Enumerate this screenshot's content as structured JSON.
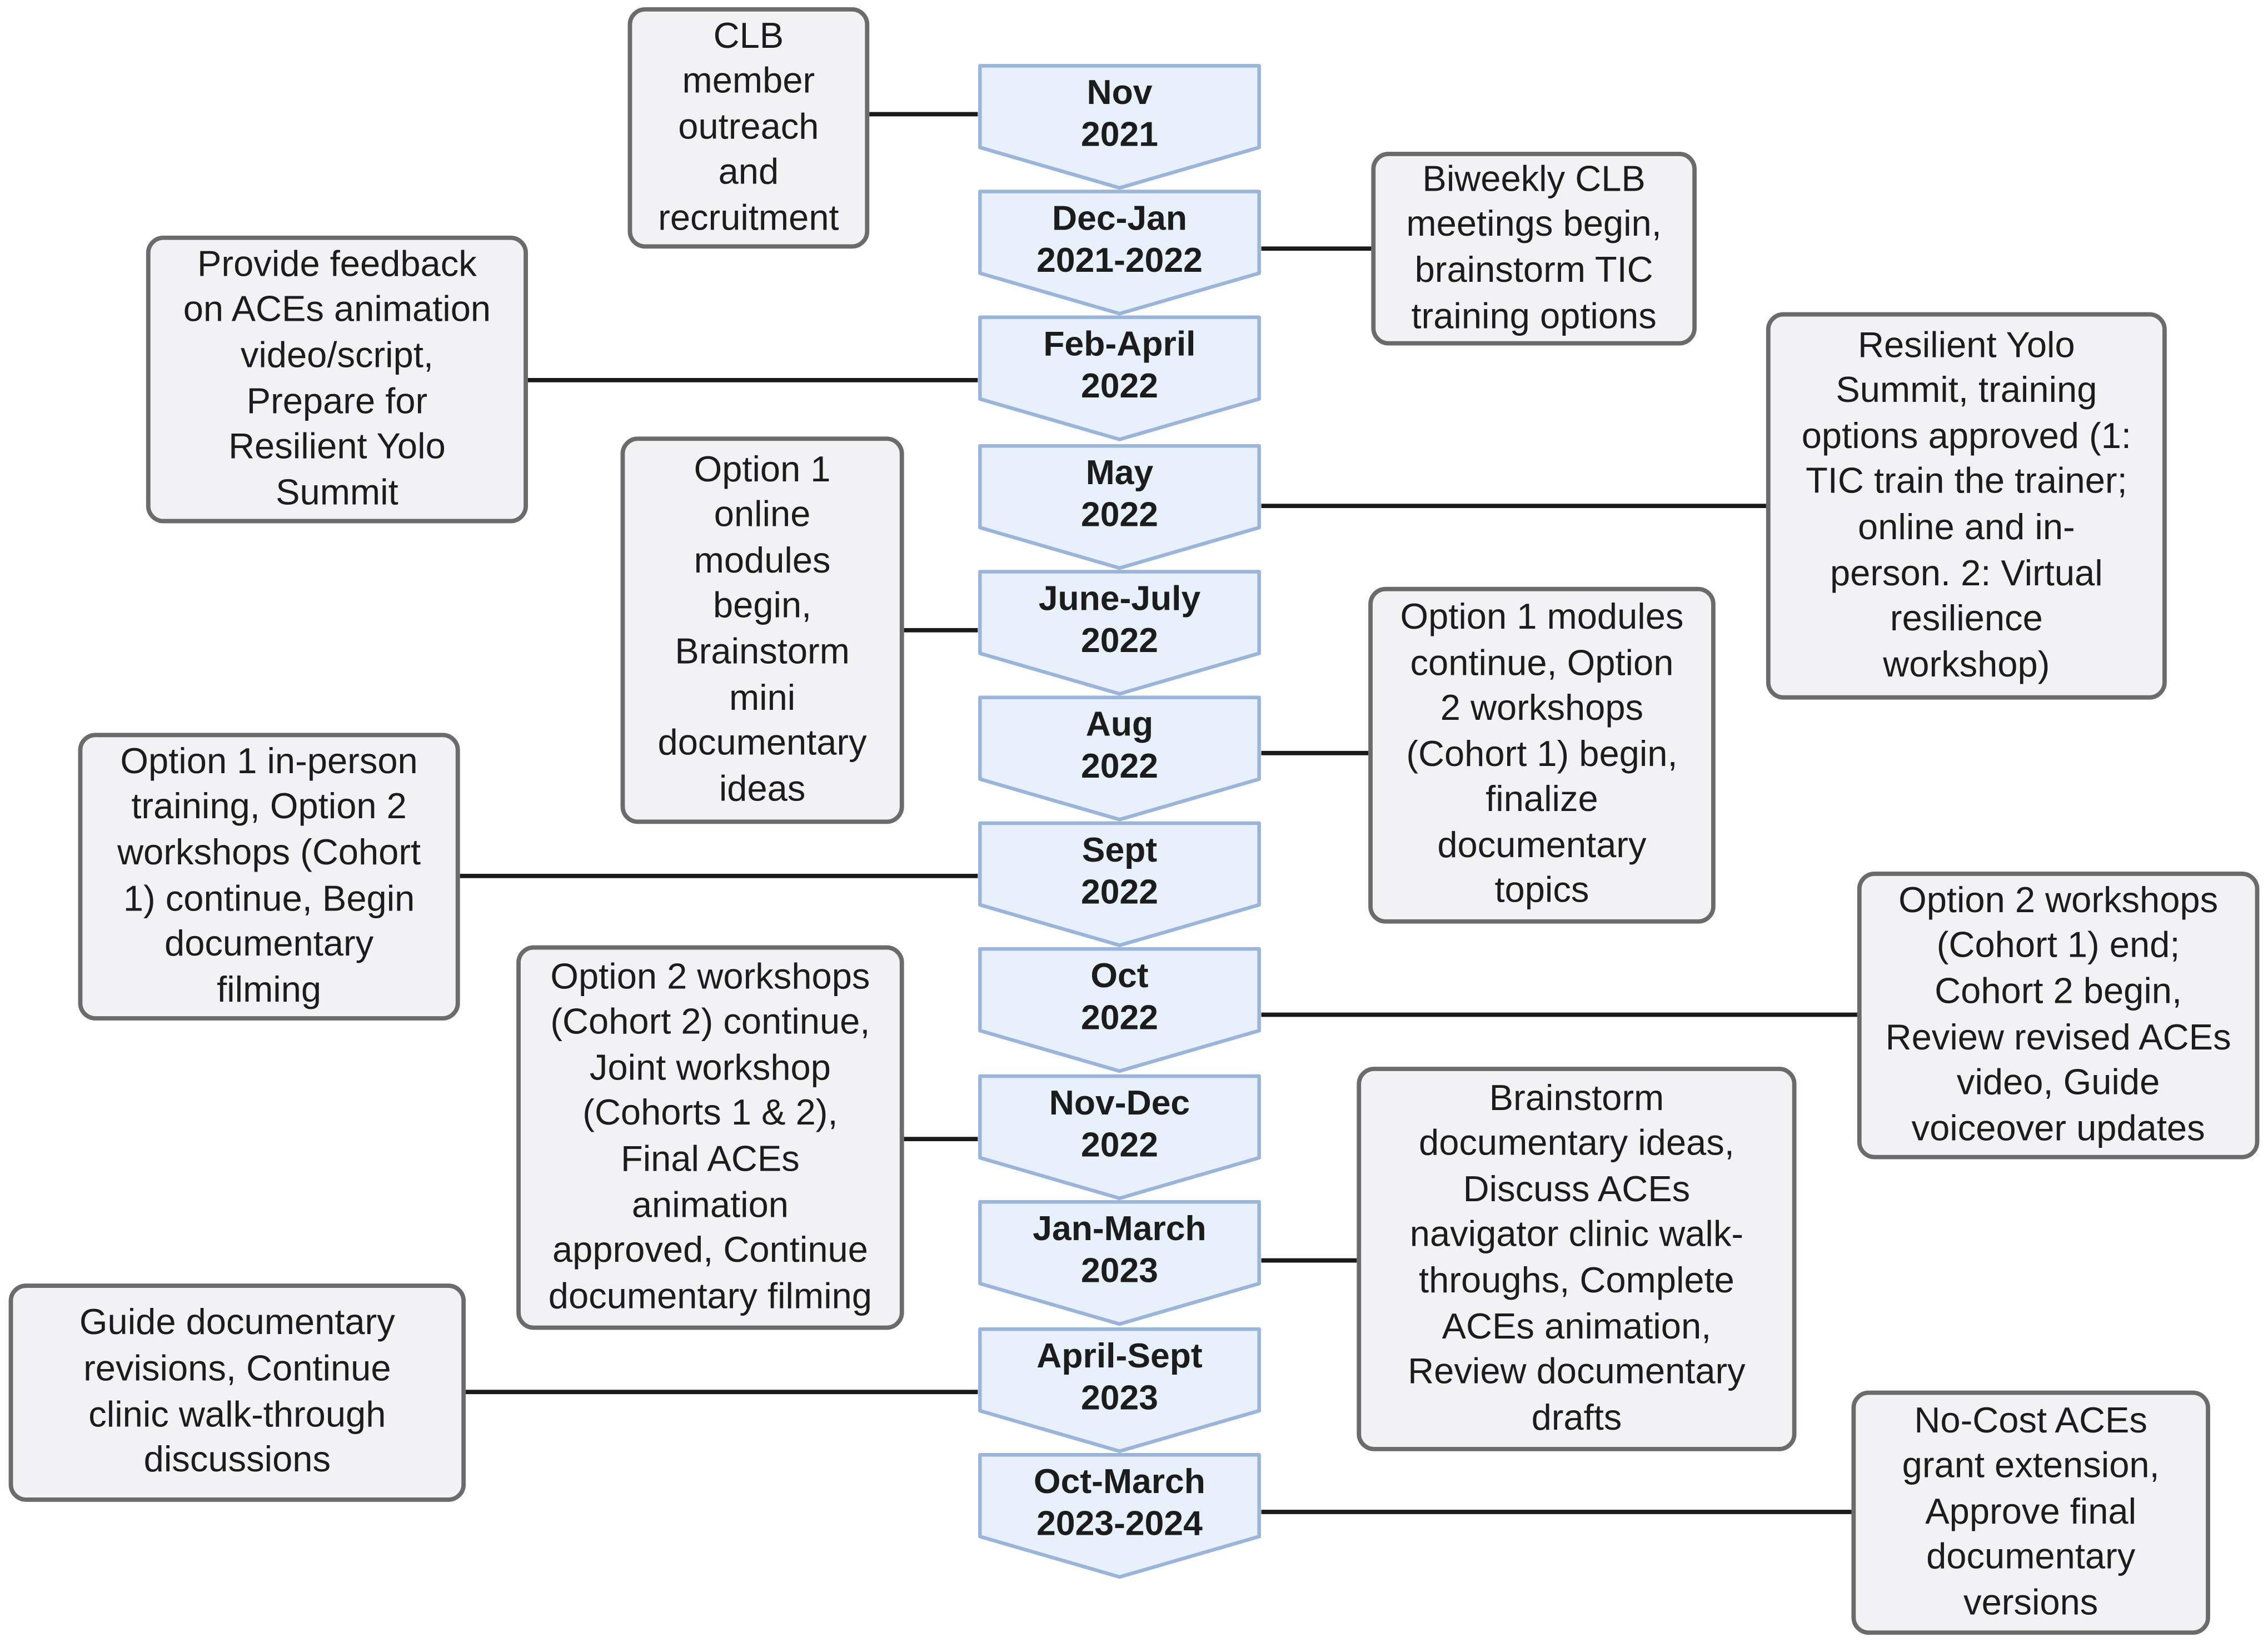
{
  "periods": [
    {
      "label": "Nov\n2021"
    },
    {
      "label": "Dec-Jan\n2021-2022"
    },
    {
      "label": "Feb-April\n2022"
    },
    {
      "label": "May\n2022"
    },
    {
      "label": "June-July\n2022"
    },
    {
      "label": "Aug\n2022"
    },
    {
      "label": "Sept\n2022"
    },
    {
      "label": "Oct\n2022"
    },
    {
      "label": "Nov-Dec\n2022"
    },
    {
      "label": "Jan-March\n2023"
    },
    {
      "label": "April-Sept\n2023"
    },
    {
      "label": "Oct-March\n2023-2024"
    }
  ],
  "notes": [
    {
      "text": "CLB\nmember\noutreach\nand\nrecruitment"
    },
    {
      "text": "Biweekly CLB\nmeetings begin,\nbrainstorm TIC\ntraining options"
    },
    {
      "text": "Provide feedback\non ACEs animation\nvideo/script,\nPrepare for\nResilient Yolo\nSummit"
    },
    {
      "text": "Resilient Yolo\nSummit, training\noptions approved (1:\nTIC train the trainer;\nonline and in-\nperson. 2: Virtual\nresilience\nworkshop)"
    },
    {
      "text": "Option 1\nonline\nmodules\nbegin,\nBrainstorm\nmini\ndocumentary\nideas"
    },
    {
      "text": "Option 1 modules\ncontinue, Option\n2 workshops\n(Cohort 1) begin,\nfinalize\ndocumentary\ntopics"
    },
    {
      "text": "Option 1 in-person\ntraining, Option 2\nworkshops (Cohort\n1) continue, Begin\ndocumentary\nfilming"
    },
    {
      "text": "Option 2 workshops\n(Cohort 1) end;\nCohort 2 begin,\nReview revised ACEs\nvideo, Guide\nvoiceover updates"
    },
    {
      "text": "Option 2 workshops\n(Cohort 2) continue,\nJoint workshop\n(Cohorts 1 & 2),\nFinal ACEs\nanimation\napproved, Continue\ndocumentary filming"
    },
    {
      "text": "Brainstorm\ndocumentary ideas,\nDiscuss ACEs\nnavigator clinic walk-\nthroughs, Complete\nACEs animation,\nReview documentary\ndrafts"
    },
    {
      "text": "Guide documentary\nrevisions, Continue\nclinic walk-through\ndiscussions"
    },
    {
      "text": "No-Cost ACEs\ngrant extension,\nApprove final\ndocumentary\nversions"
    }
  ],
  "colors": {
    "chevron_fill": "#e8f0fb",
    "chevron_stroke": "#9bb4d9",
    "note_fill": "#f2f2f4",
    "note_border": "#6b6b6b",
    "connector": "#1a1a1a"
  }
}
